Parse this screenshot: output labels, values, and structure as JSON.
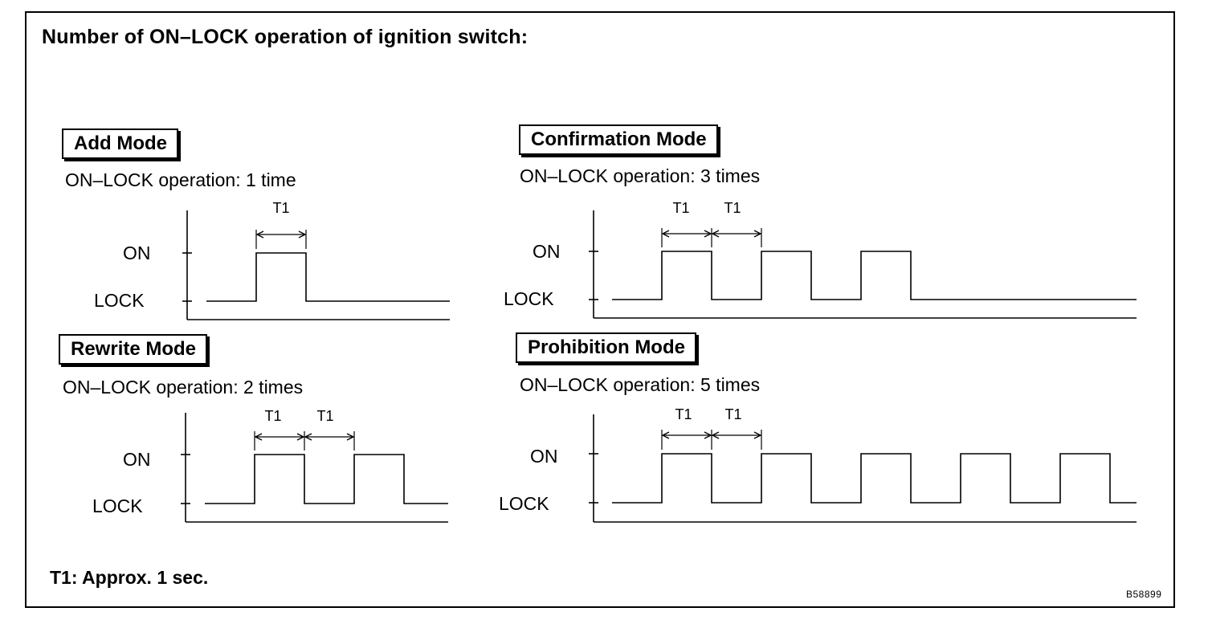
{
  "title": "Number of ON–LOCK operation of ignition switch:",
  "footnote": "T1: Approx. 1 sec.",
  "figure_id": "B58899",
  "level_labels": {
    "on": "ON",
    "lock": "LOCK"
  },
  "interval_label": "T1",
  "modes": [
    {
      "name": "Add Mode",
      "operation_text": "ON–LOCK operation: 1 time",
      "on_pulses": 1
    },
    {
      "name": "Confirmation Mode",
      "operation_text": "ON–LOCK operation: 3 times",
      "on_pulses": 3
    },
    {
      "name": "Rewrite Mode",
      "operation_text": "ON–LOCK operation: 2 times",
      "on_pulses": 2
    },
    {
      "name": "Prohibition Mode",
      "operation_text": "ON–LOCK operation: 5 times",
      "on_pulses": 5
    }
  ]
}
